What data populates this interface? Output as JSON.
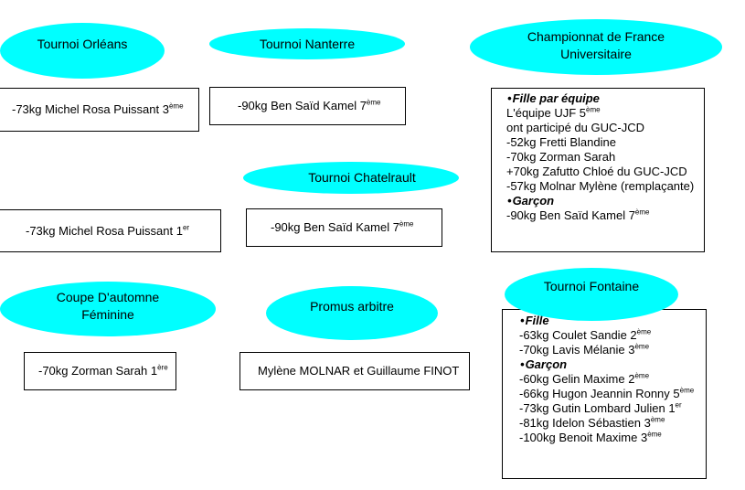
{
  "tournaments": {
    "orleans": {
      "title": "Tournoi Orléans",
      "text": "-73kg Michel Rosa Puissant 3",
      "sup": "ème"
    },
    "nanterre": {
      "title": "Tournoi Nanterre",
      "text": "-90kg  Ben Saïd Kamel 7",
      "sup": "ème"
    },
    "chatelrault": {
      "title": "Tournoi Chatelrault",
      "text": "-90kg  Ben Saïd Kamel 7",
      "sup": "ème"
    },
    "unnamed": {
      "text": "-73kg Michel Rosa Puissant 1",
      "sup": "er"
    },
    "coupe": {
      "title_line1": "Coupe D'automne",
      "title_line2": "Féminine",
      "text": "-70kg Zorman Sarah 1",
      "sup": "ère"
    },
    "promus": {
      "title": "Promus arbitre",
      "text": "Mylène MOLNAR et Guillaume FINOT"
    }
  },
  "championnat": {
    "title_line1": "Championnat de France",
    "title_line2": "Universitaire",
    "lines": [
      {
        "type": "bullet",
        "text": "Fille par équipe"
      },
      {
        "text": "L'équipe UJF 5",
        "sup": "ème"
      },
      {
        "text": "ont participé du GUC-JCD"
      },
      {
        "text": "-52kg Fretti Blandine"
      },
      {
        "text": "-70kg Zorman Sarah"
      },
      {
        "text": "+70kg Zafutto Chloé du GUC-JCD"
      },
      {
        "text": "-57kg Molnar Mylène (remplaçante)"
      },
      {
        "type": "bullet",
        "text": "Garçon"
      },
      {
        "text": "-90kg  Ben Saïd Kamel 7",
        "sup": "ème"
      }
    ]
  },
  "fontaine": {
    "title": "Tournoi Fontaine",
    "lines": [
      {
        "type": "bullet",
        "text": "Fille"
      },
      {
        "text": "-63kg Coulet Sandie 2",
        "sup": "ème"
      },
      {
        "text": "-70kg Lavis Mélanie 3",
        "sup": "ème"
      },
      {
        "type": "bullet",
        "text": "Garçon"
      },
      {
        "text": "-60kg  Gelin Maxime 2",
        "sup": "ème"
      },
      {
        "text": "-66kg Hugon Jeannin Ronny 5",
        "sup": "ème"
      },
      {
        "text": "-73kg Gutin Lombard Julien 1",
        "sup": "er"
      },
      {
        "text": "-81kg Idelon Sébastien 3",
        "sup": "ème"
      },
      {
        "text": "-100kg Benoit Maxime 3",
        "sup": "ème"
      }
    ]
  },
  "bullet_symbol": "•",
  "colors": {
    "ellipse": "#00ffff",
    "border": "#000000"
  }
}
